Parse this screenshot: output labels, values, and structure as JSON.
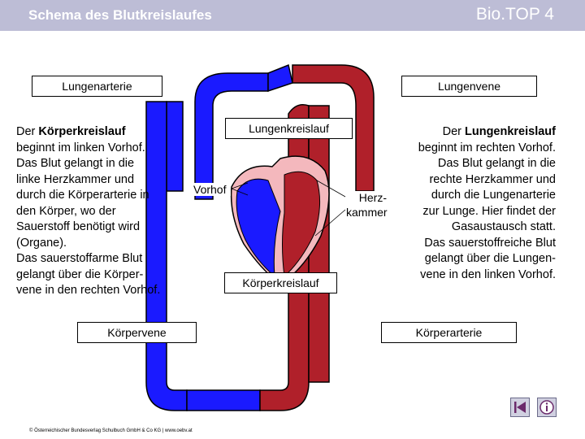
{
  "header": {
    "title": "Schema des Blutkreislaufes",
    "brand": "Bio.TOP 4"
  },
  "diagram": {
    "labels": {
      "pulmonary_artery": "Lungenarterie",
      "pulmonary_vein": "Lungenvene",
      "pulmonary_circuit": "Lungenkreislauf",
      "atrium": "Vorhof",
      "ventricle_line1": "Herz-",
      "ventricle_line2": "kammer",
      "systemic_circuit": "Körperkreislauf",
      "body_vein": "Körpervene",
      "body_artery": "Körperarterie"
    },
    "colors": {
      "oxygen_poor": "#1a1aff",
      "oxygen_rich": "#b0202a",
      "header_bg": "#bdbdd6"
    }
  },
  "left_text": {
    "intro": "Der ",
    "term": "Körperkreislauf",
    "body": "beginnt im linken Vorhof.\nDas Blut gelangt in die\nlinke Herzkammer und\ndurch die Körperarterie in\nden Körper, wo der\nSauerstoff benötigt wird\n(Organe).\nDas sauerstoffarme Blut\ngelangt über die Körper-\nvene in den rechten Vorhof."
  },
  "right_text": {
    "intro": "Der ",
    "term": "Lungenkreislauf",
    "body": "beginnt im rechten Vorhof.\nDas Blut gelangt in die\nrechte Herzkammer und\ndurch die Lungenarterie\nzur Lunge. Hier findet der\nGasaustausch statt.\nDas sauerstoffreiche Blut\ngelangt über die Lungen-\nvene in den linken Vorhof."
  },
  "footer": {
    "copyright": "© Österreichischer Bundesverlag Schulbuch GmbH & Co KG | www.oebv.at",
    "buttons": [
      "start-icon",
      "info-icon"
    ]
  }
}
